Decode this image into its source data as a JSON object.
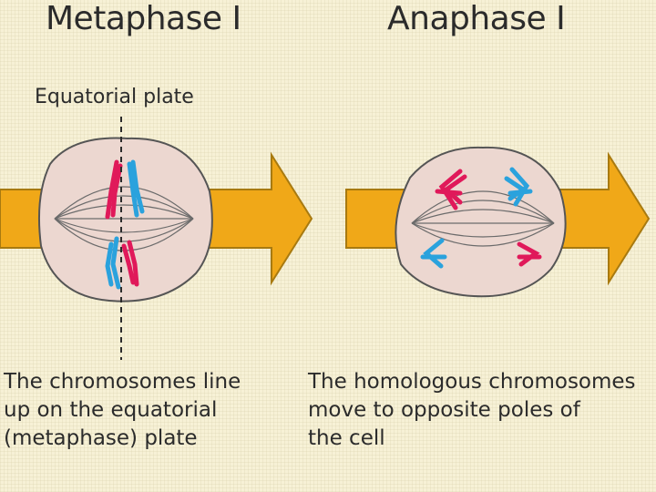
{
  "titles": {
    "left": "Metaphase I",
    "right": "Anaphase I"
  },
  "labels": {
    "equatorial_plate": "Equatorial plate"
  },
  "captions": {
    "left": [
      "The chromosomes line",
      "up on the equatorial",
      "(metaphase) plate"
    ],
    "right": [
      "The homologous chromosomes",
      "move to opposite poles of",
      "the cell"
    ]
  },
  "colors": {
    "arrow": "#f0a818",
    "cell": "#ecd7d0",
    "chromosome_red": "#e0195a",
    "chromosome_blue": "#2aa2dd"
  }
}
